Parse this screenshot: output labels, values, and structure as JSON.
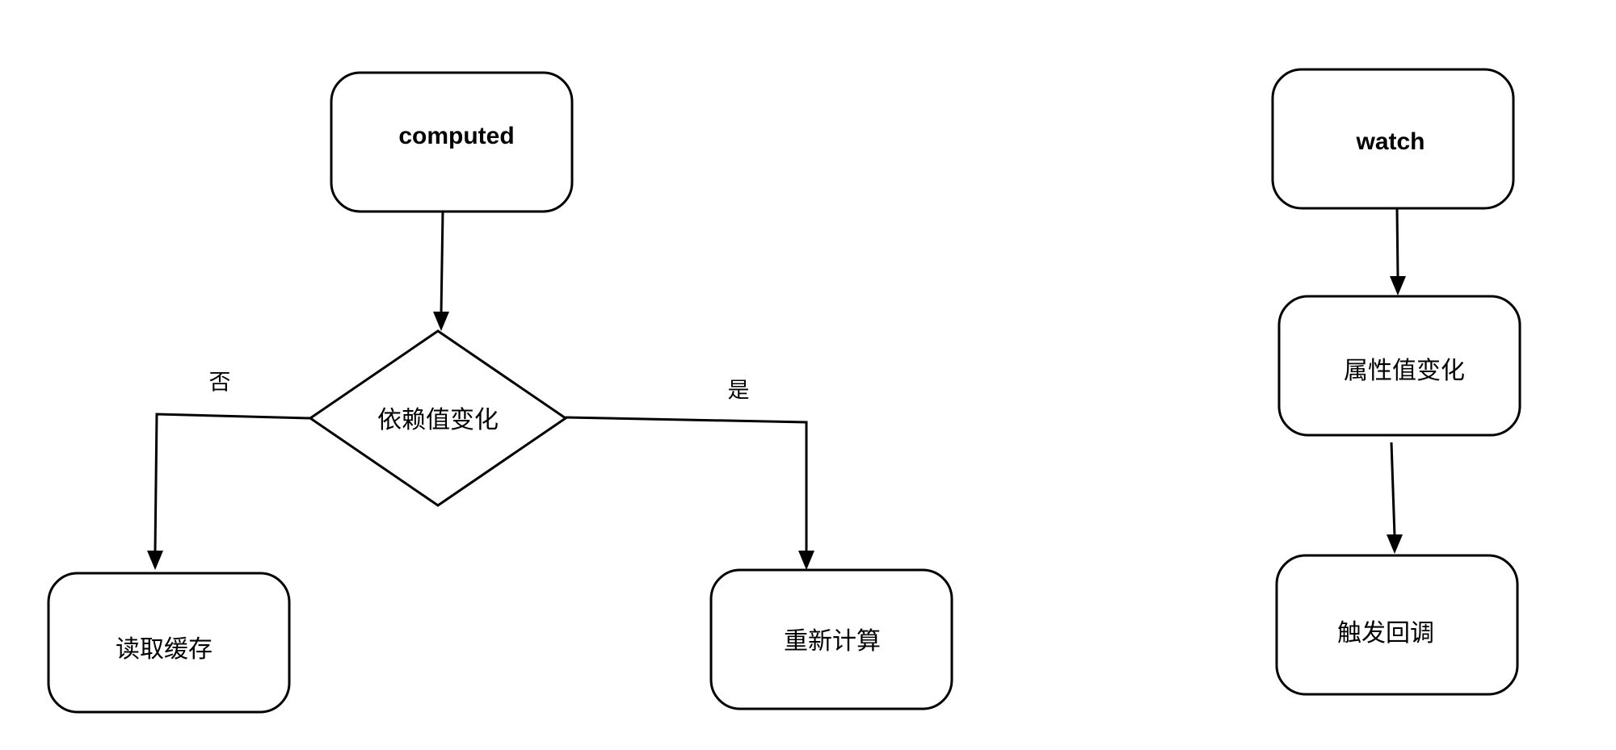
{
  "computed_flow": {
    "start": "computed",
    "decision": "依赖值变化",
    "no_label": "否",
    "yes_label": "是",
    "no_result": "读取缓存",
    "yes_result": "重新计算"
  },
  "watch_flow": {
    "start": "watch",
    "step": "属性值变化",
    "result": "触发回调"
  },
  "colors": {
    "background": "#ffffff",
    "stroke": "#000000",
    "text": "#000000"
  }
}
